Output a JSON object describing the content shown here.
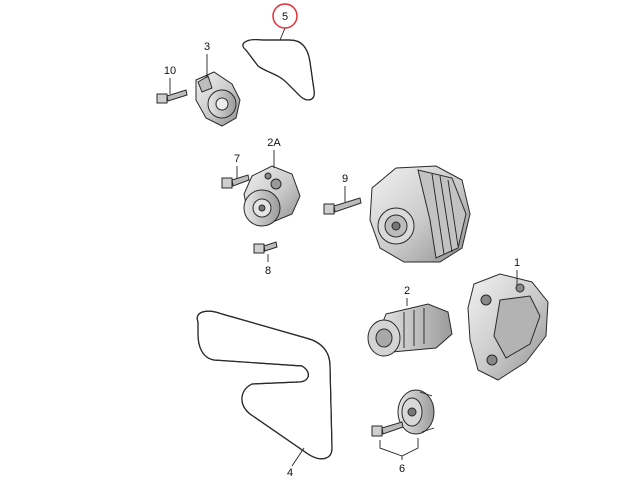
{
  "callouts": {
    "c1": "1",
    "c2": "2",
    "c2a": "2A",
    "c3": "3",
    "c4": "4",
    "c5": "5",
    "c6": "6",
    "c7": "7",
    "c8": "8",
    "c9": "9",
    "c10": "10"
  },
  "highlight_color": "#e0303a",
  "part_fill": "#d6d6d6",
  "part_shade": "#9a9a9a"
}
